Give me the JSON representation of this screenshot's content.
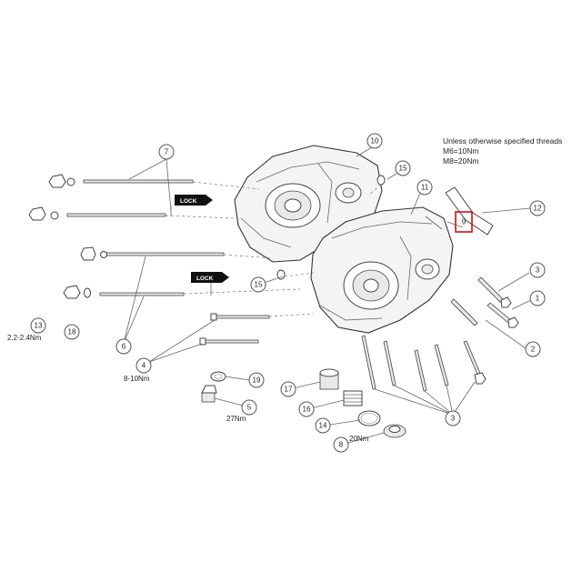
{
  "note": {
    "line1": "Unless otherwise specified threads",
    "line2": "M6=10Nm",
    "line3": "M8=20Nm"
  },
  "callouts": {
    "c1": "1",
    "c2": "2",
    "c3a": "3",
    "c3b": "3",
    "c4": "4",
    "c5": "5",
    "c6": "6",
    "c7": "7",
    "c8": "8",
    "c9": "9",
    "c10": "10",
    "c11": "11",
    "c12": "12",
    "c13": "13",
    "c14": "14",
    "c15a": "15",
    "c15b": "15",
    "c16": "16",
    "c17": "17",
    "c18": "18",
    "c19": "19"
  },
  "torques": {
    "t13": "2.2-2.4Nm",
    "t4": "8-10Nm",
    "t5": "27Nm",
    "t8": "20Nm"
  },
  "lock_labels": {
    "lock1": "LOCK",
    "lock2": "LOCK"
  },
  "highlight": {
    "color": "#d01010",
    "part": "9"
  }
}
